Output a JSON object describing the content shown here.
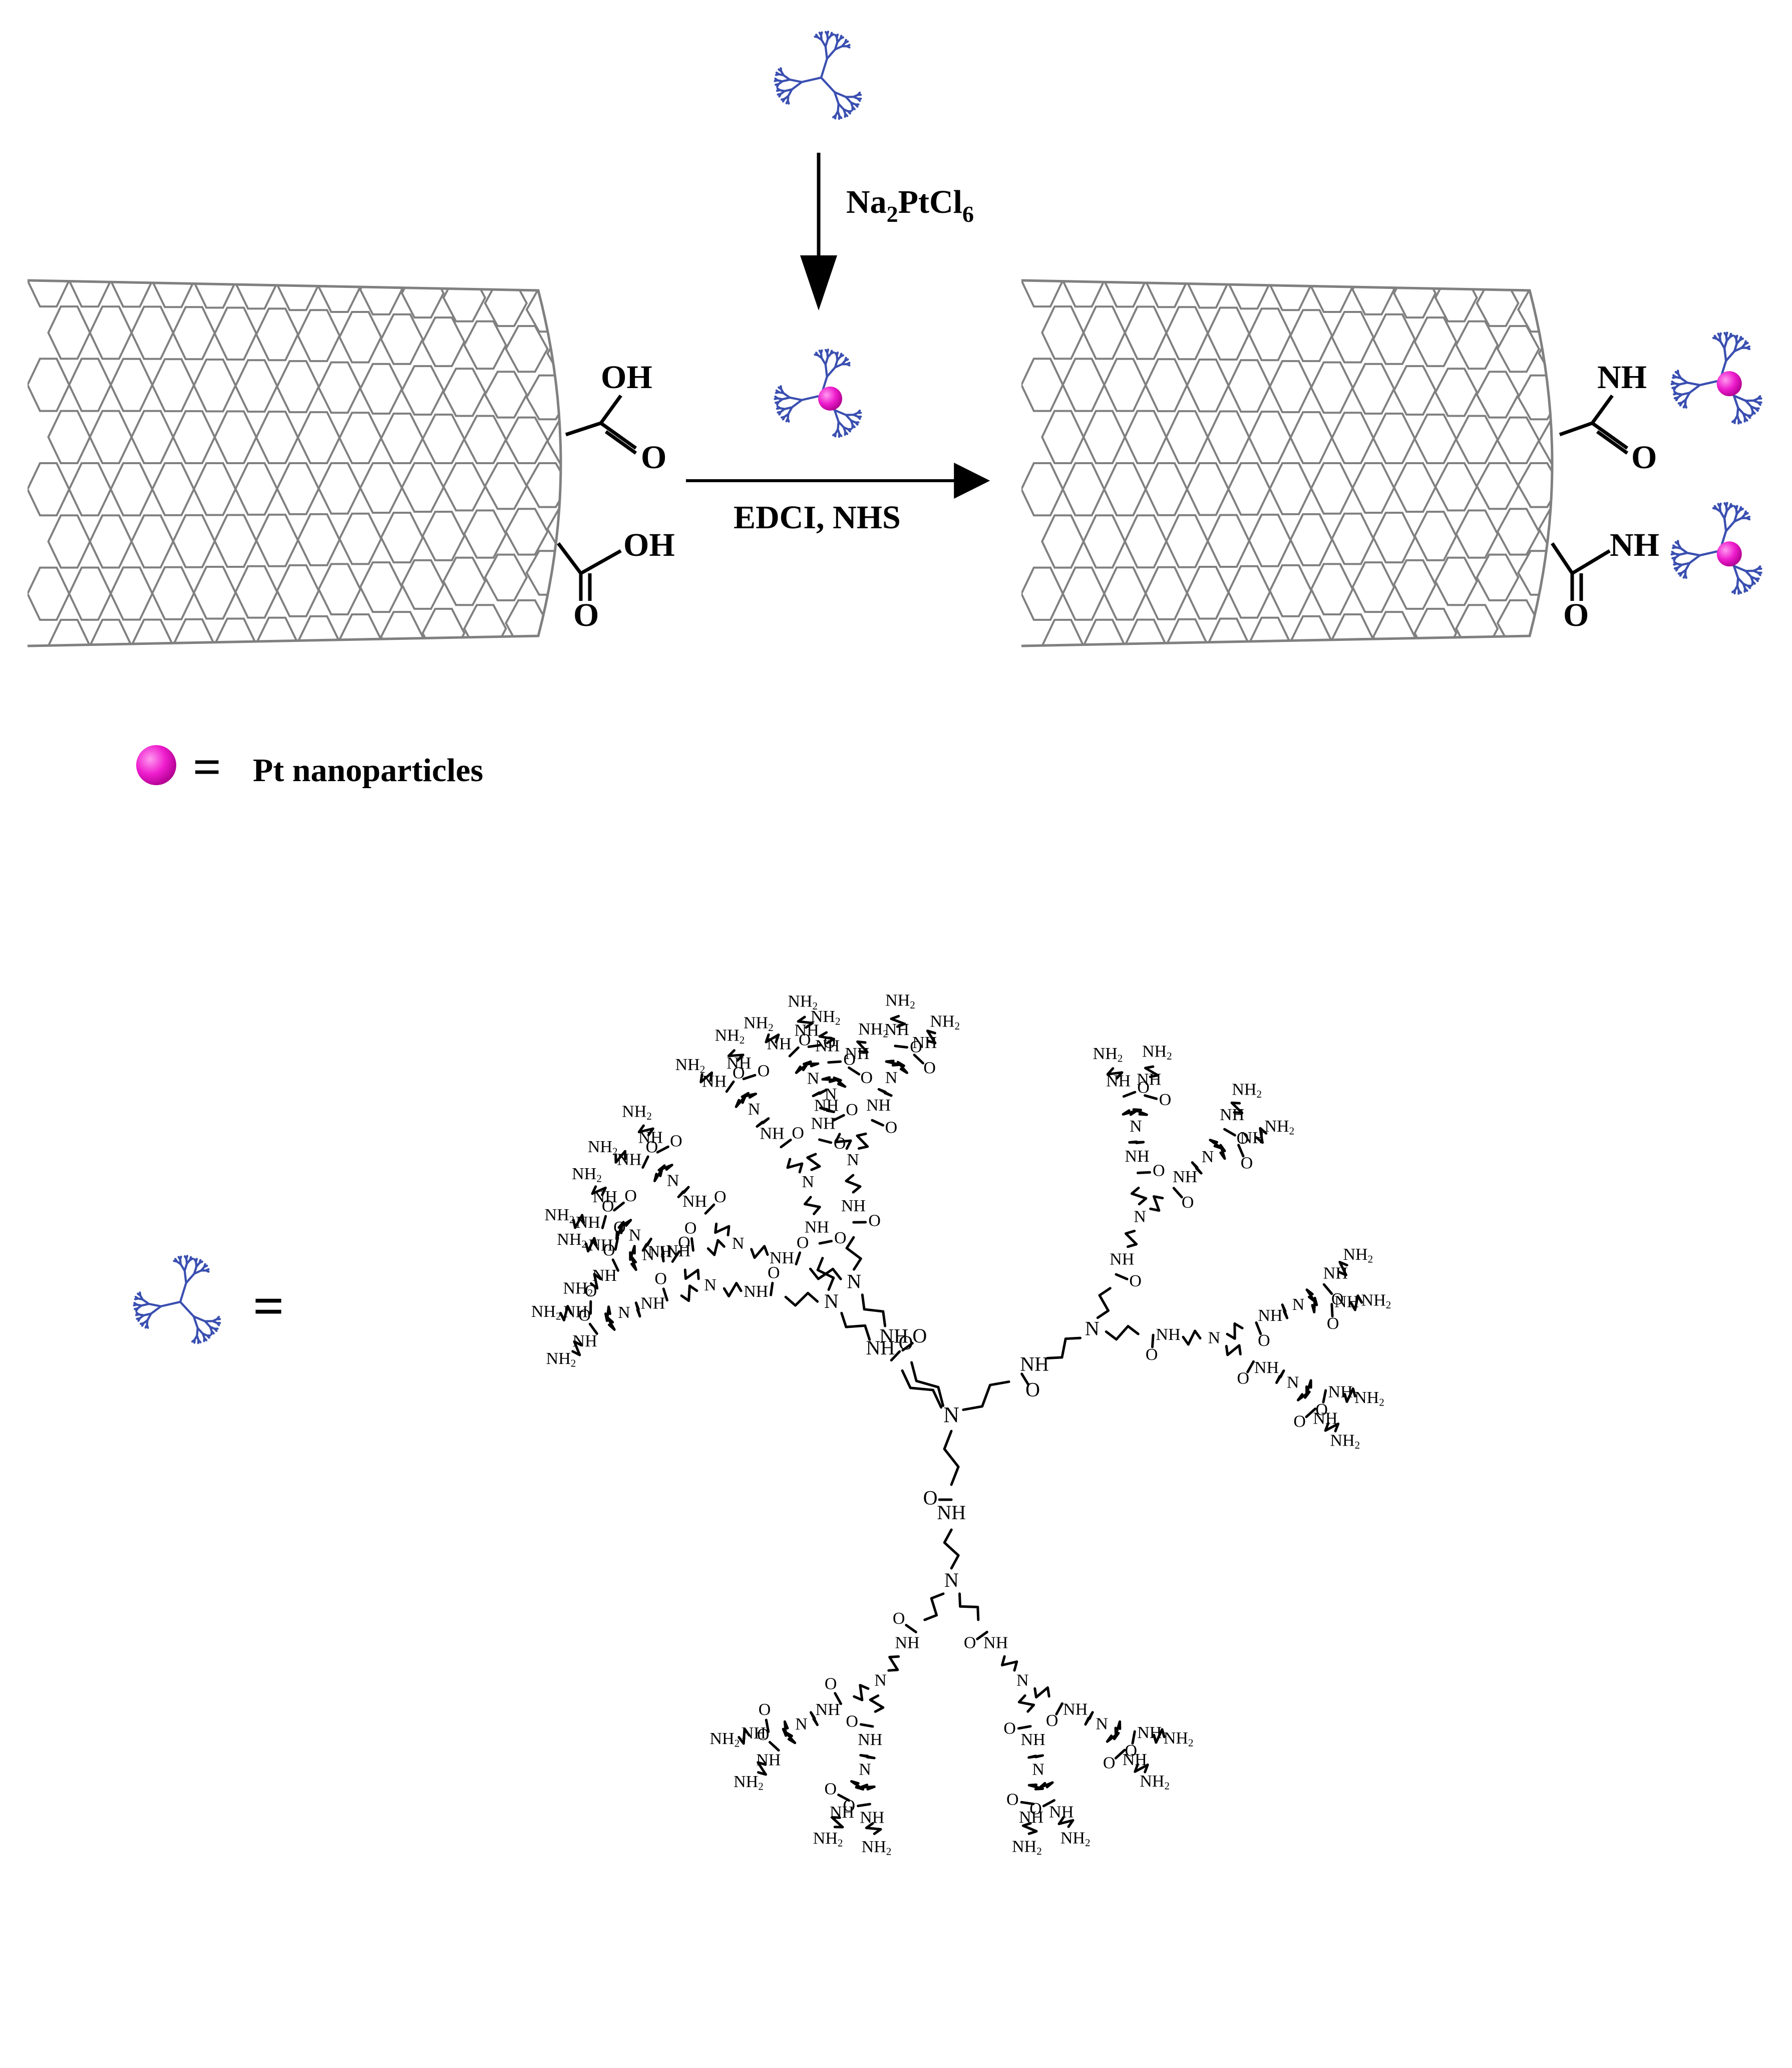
{
  "reaction": {
    "reagent_top": {
      "main": "Na",
      "sub1": "2",
      "mid": "PtCl",
      "sub2": "6"
    },
    "reagent_bottom": "EDCI, NHS"
  },
  "left_tube": {
    "group_upper": {
      "oh": "OH",
      "o": "O"
    },
    "group_lower": {
      "oh": "OH",
      "o": "O"
    }
  },
  "right_tube": {
    "group_upper": {
      "nh": "NH",
      "o": "O"
    },
    "group_lower": {
      "nh": "NH",
      "o": "O"
    }
  },
  "legend": {
    "equals": "=",
    "pt_label": "Pt nanoparticles",
    "dendrimer_equals": "="
  },
  "colors": {
    "dendrimer_blue": "#3a4fb0",
    "pt_magenta": "#ee1ccd",
    "tube_gray": "#808080"
  },
  "dendrimer_structure": {
    "core": "N",
    "generations": 4,
    "amide": "NH",
    "carbonyl": "O",
    "branch_point": "N",
    "terminal": {
      "h": "H",
      "sub": "2",
      "n": "N"
    }
  }
}
